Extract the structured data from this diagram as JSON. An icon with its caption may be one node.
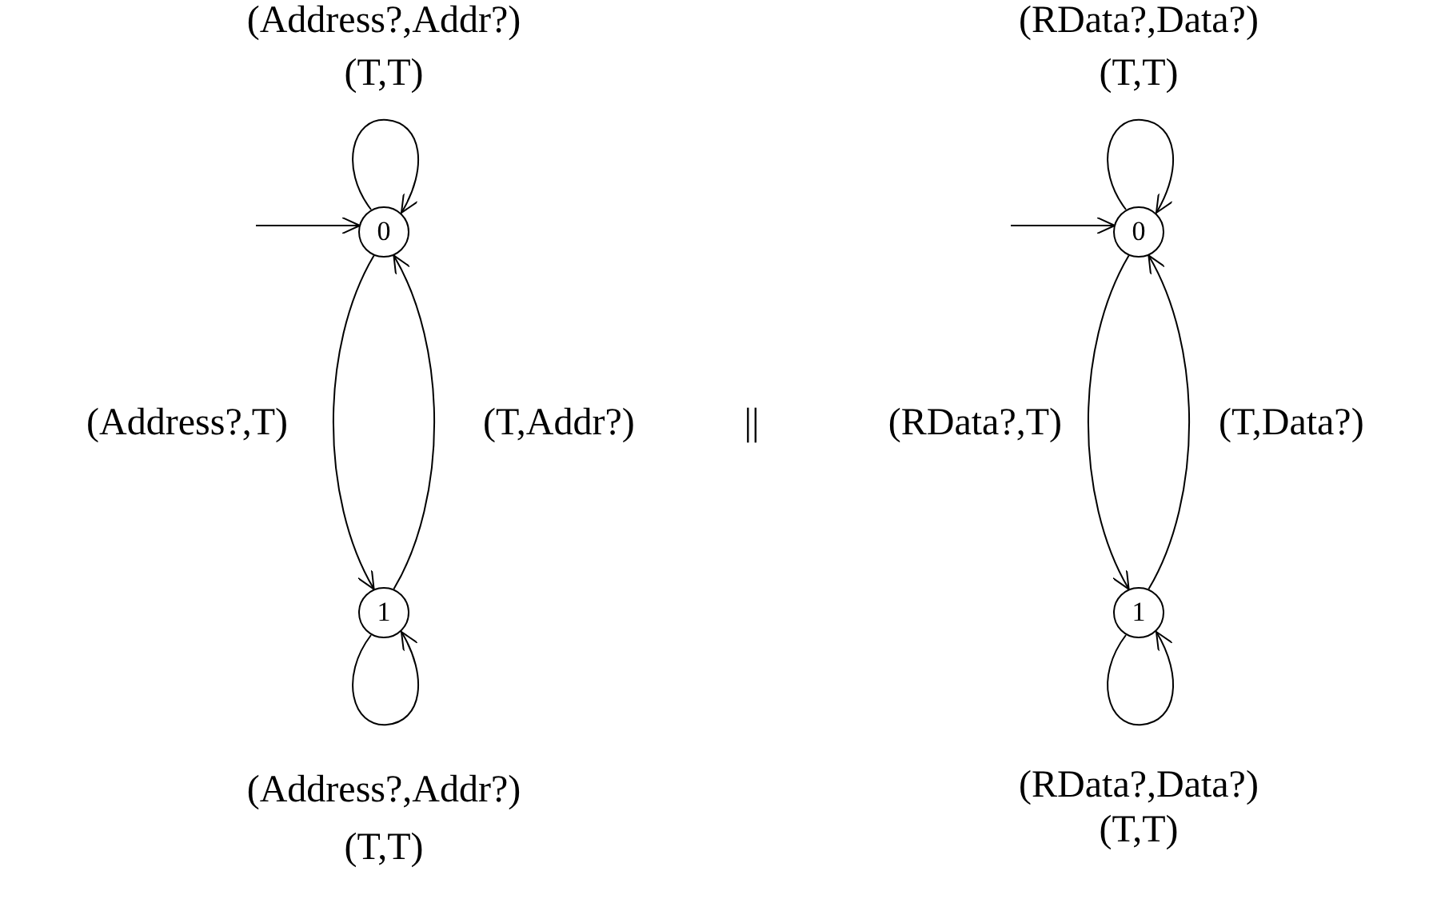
{
  "diagram": {
    "nodes": [
      {
        "text": [
          "0"
        ]
      },
      {
        "text": [
          "1"
        ]
      },
      {
        "text": [
          "0"
        ]
      },
      {
        "text": [
          "1"
        ]
      }
    ],
    "edges": [
      {
        "from": null,
        "to": 0,
        "arrow": "to"
      },
      {
        "from": 0,
        "to": 0,
        "arrow": "to",
        "label": "(Address?,Addr?) (T,T)"
      },
      {
        "from": 0,
        "to": 1,
        "arrow": "to",
        "label": "(Address?,T)"
      },
      {
        "from": 1,
        "to": 0,
        "arrow": "to",
        "label": "(T,Addr?)"
      },
      {
        "from": 1,
        "to": 1,
        "arrow": "to",
        "label": "(Address?,Addr?) (T,T)"
      },
      {
        "from": null,
        "to": 2,
        "arrow": "to"
      },
      {
        "from": 2,
        "to": 2,
        "arrow": "to",
        "label": "(RData?,Data?) (T,T)"
      },
      {
        "from": 2,
        "to": 3,
        "arrow": "to",
        "label": "(RData?,T)"
      },
      {
        "from": 3,
        "to": 2,
        "arrow": "to",
        "label": "(T,Data?)"
      },
      {
        "from": 3,
        "to": 3,
        "arrow": "to",
        "label": "(RData?,Data?) (T,T)"
      }
    ],
    "labels": [
      "||"
    ]
  }
}
